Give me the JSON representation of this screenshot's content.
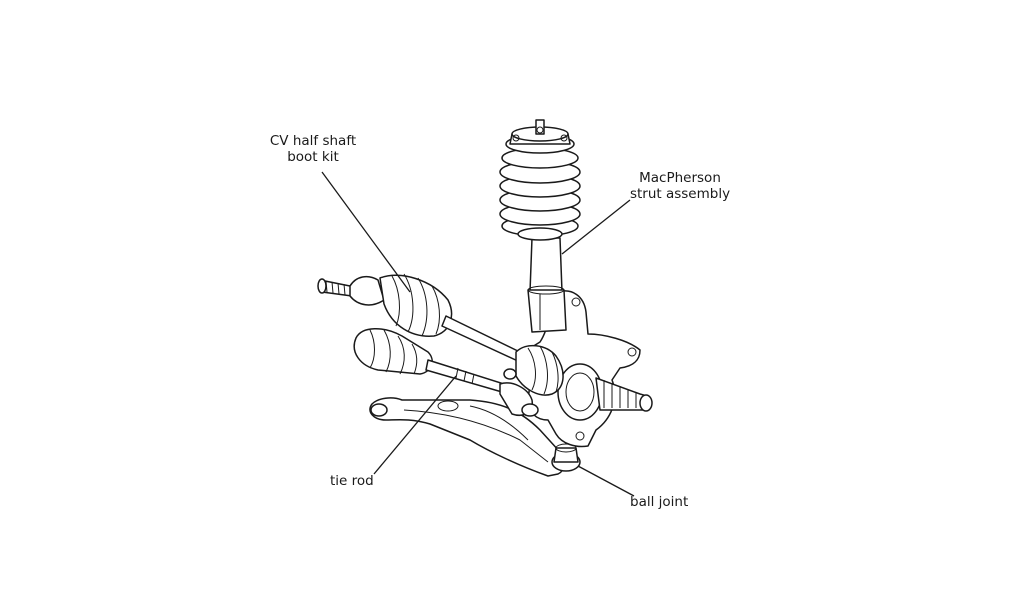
{
  "labels": {
    "cv_boot_line1": "CV half shaft",
    "cv_boot_line2": "boot kit",
    "macpherson_line1": "MacPherson",
    "macpherson_line2": "strut assembly",
    "tie_rod": "tie rod",
    "ball_joint": "ball joint"
  }
}
